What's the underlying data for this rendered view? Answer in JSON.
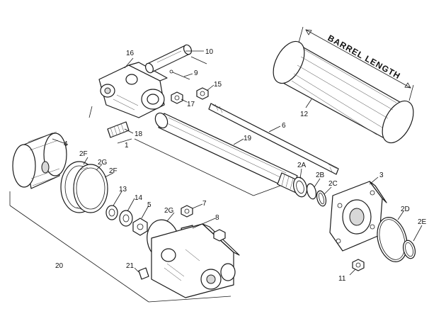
{
  "diagram": {
    "banner_text": "BARREL LENGTH",
    "callouts": {
      "c1": "1",
      "c2A": "2A",
      "c2B": "2B",
      "c2C": "2C",
      "c2D": "2D",
      "c2E": "2E",
      "c2F_top": "2F",
      "c2F_mid": "2F",
      "c2G_top": "2G",
      "c2G_low": "2G",
      "c3": "3",
      "c4": "4",
      "c5": "5",
      "c6": "6",
      "c7": "7",
      "c8": "8",
      "c9": "9",
      "c10": "10",
      "c11": "11",
      "c12": "12",
      "c13": "13",
      "c14": "14",
      "c15": "15",
      "c16": "16",
      "c17": "17",
      "c18": "18",
      "c19": "19",
      "c20": "20",
      "c21": "21"
    }
  }
}
